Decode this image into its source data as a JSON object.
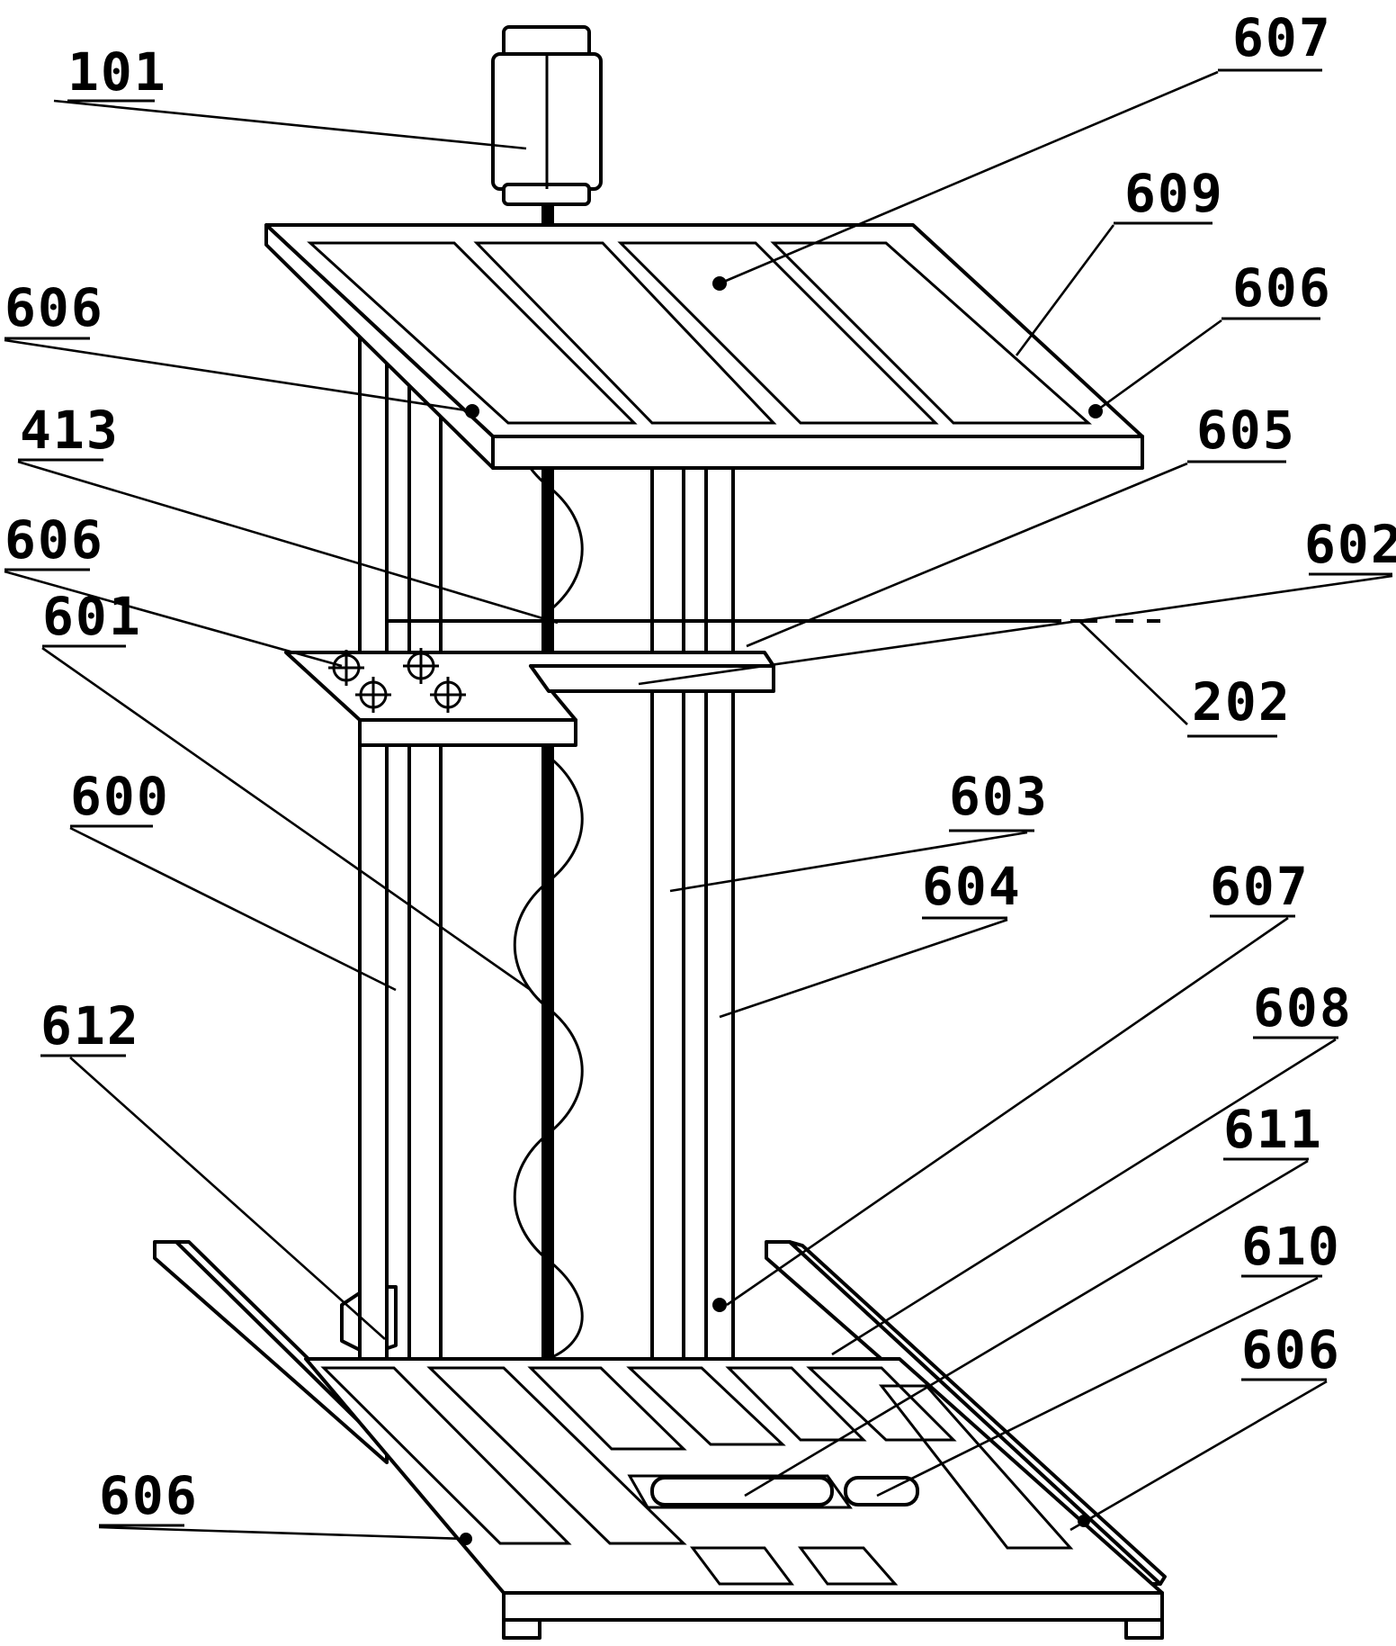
{
  "labels": [
    {
      "id": "101",
      "text": "101"
    },
    {
      "id": "607a",
      "text": "607"
    },
    {
      "id": "609",
      "text": "609"
    },
    {
      "id": "606a",
      "text": "606"
    },
    {
      "id": "606b",
      "text": "606"
    },
    {
      "id": "605",
      "text": "605"
    },
    {
      "id": "413",
      "text": "413"
    },
    {
      "id": "606c",
      "text": "606"
    },
    {
      "id": "602",
      "text": "602"
    },
    {
      "id": "601",
      "text": "601"
    },
    {
      "id": "202",
      "text": "202"
    },
    {
      "id": "603",
      "text": "603"
    },
    {
      "id": "600",
      "text": "600"
    },
    {
      "id": "604",
      "text": "604"
    },
    {
      "id": "607b",
      "text": "607"
    },
    {
      "id": "608",
      "text": "608"
    },
    {
      "id": "612",
      "text": "612"
    },
    {
      "id": "611",
      "text": "611"
    },
    {
      "id": "610",
      "text": "610"
    },
    {
      "id": "606d",
      "text": "606"
    },
    {
      "id": "606e",
      "text": "606"
    }
  ]
}
